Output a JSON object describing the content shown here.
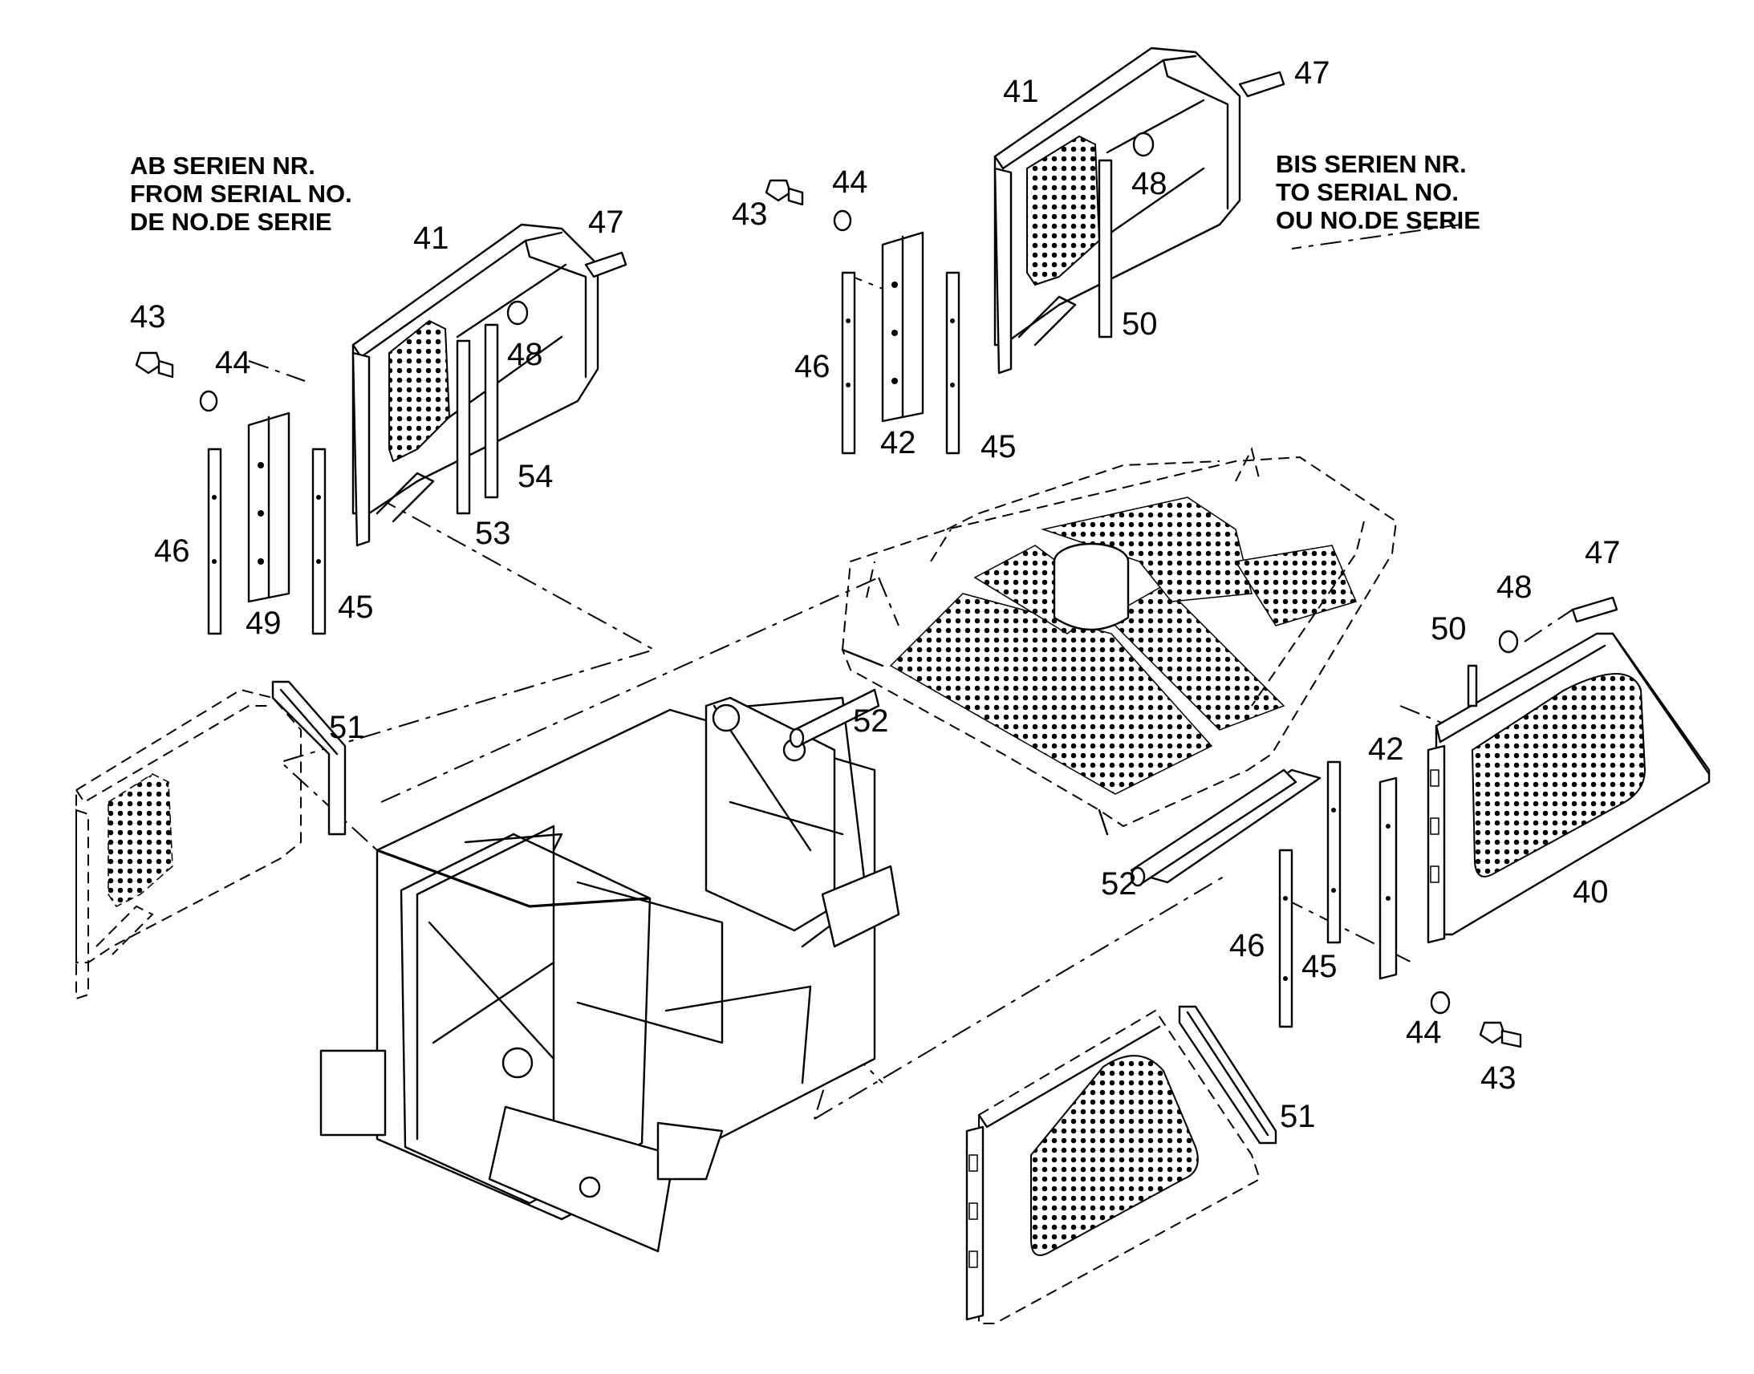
{
  "serial_notes": {
    "from_lines": [
      "AB SERIEN NR.",
      "FROM SERIAL NO.",
      "DE NO.DE SERIE"
    ],
    "to_lines": [
      "BIS SERIEN NR.",
      "TO SERIAL NO.",
      "OU NO.DE SERIE"
    ]
  },
  "callouts": {
    "left_group": {
      "n41": "41",
      "n47": "47",
      "n43": "43",
      "n44": "44",
      "n48": "48",
      "n46": "46",
      "n54": "54",
      "n53": "53",
      "n49": "49",
      "n45": "45"
    },
    "top_group": {
      "n41": "41",
      "n47": "47",
      "n44": "44",
      "n43": "43",
      "n48": "48",
      "n50": "50",
      "n46": "46",
      "n42": "42",
      "n45": "45"
    },
    "left_panel": {
      "n51": "51"
    },
    "center": {
      "n52a": "52",
      "n52b": "52"
    },
    "right_group": {
      "n47": "47",
      "n48": "48",
      "n50": "50",
      "n42": "42",
      "n40": "40",
      "n46": "46",
      "n45": "45",
      "n44": "44",
      "n43": "43"
    },
    "bottom_panel": {
      "n51": "51"
    }
  }
}
